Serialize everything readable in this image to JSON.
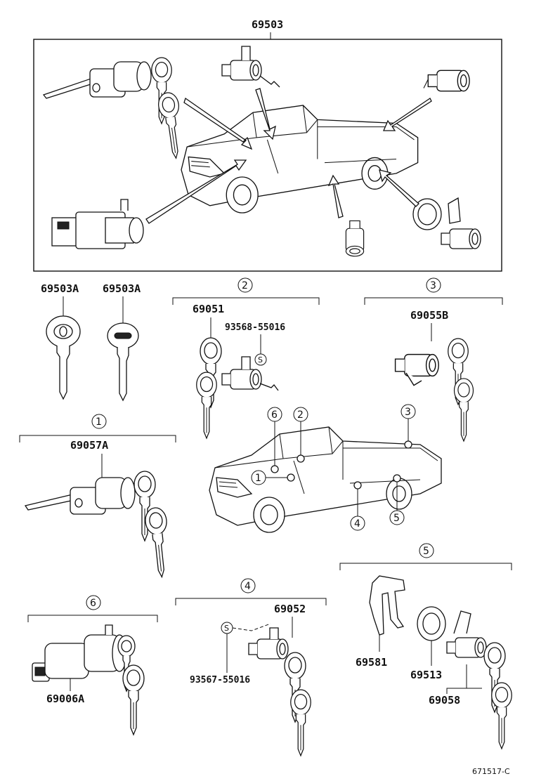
{
  "labels": {
    "top_assembly": "69503",
    "key_a1": "69503A",
    "key_a2": "69503A",
    "g2_part": "69051",
    "g2_screw": "93568-55016",
    "g3_part": "69055B",
    "g1_part": "69057A",
    "g4_part": "69052",
    "g4_screw": "93567-55016",
    "g6_part": "69006A",
    "g5_part_a": "69581",
    "g5_part_b": "69513",
    "g5_part_c": "69058",
    "drawing_code": "671517-C"
  },
  "callouts": {
    "one": "1",
    "two": "2",
    "three": "3",
    "four": "4",
    "five": "5",
    "six": "6",
    "screw_s": "S"
  }
}
